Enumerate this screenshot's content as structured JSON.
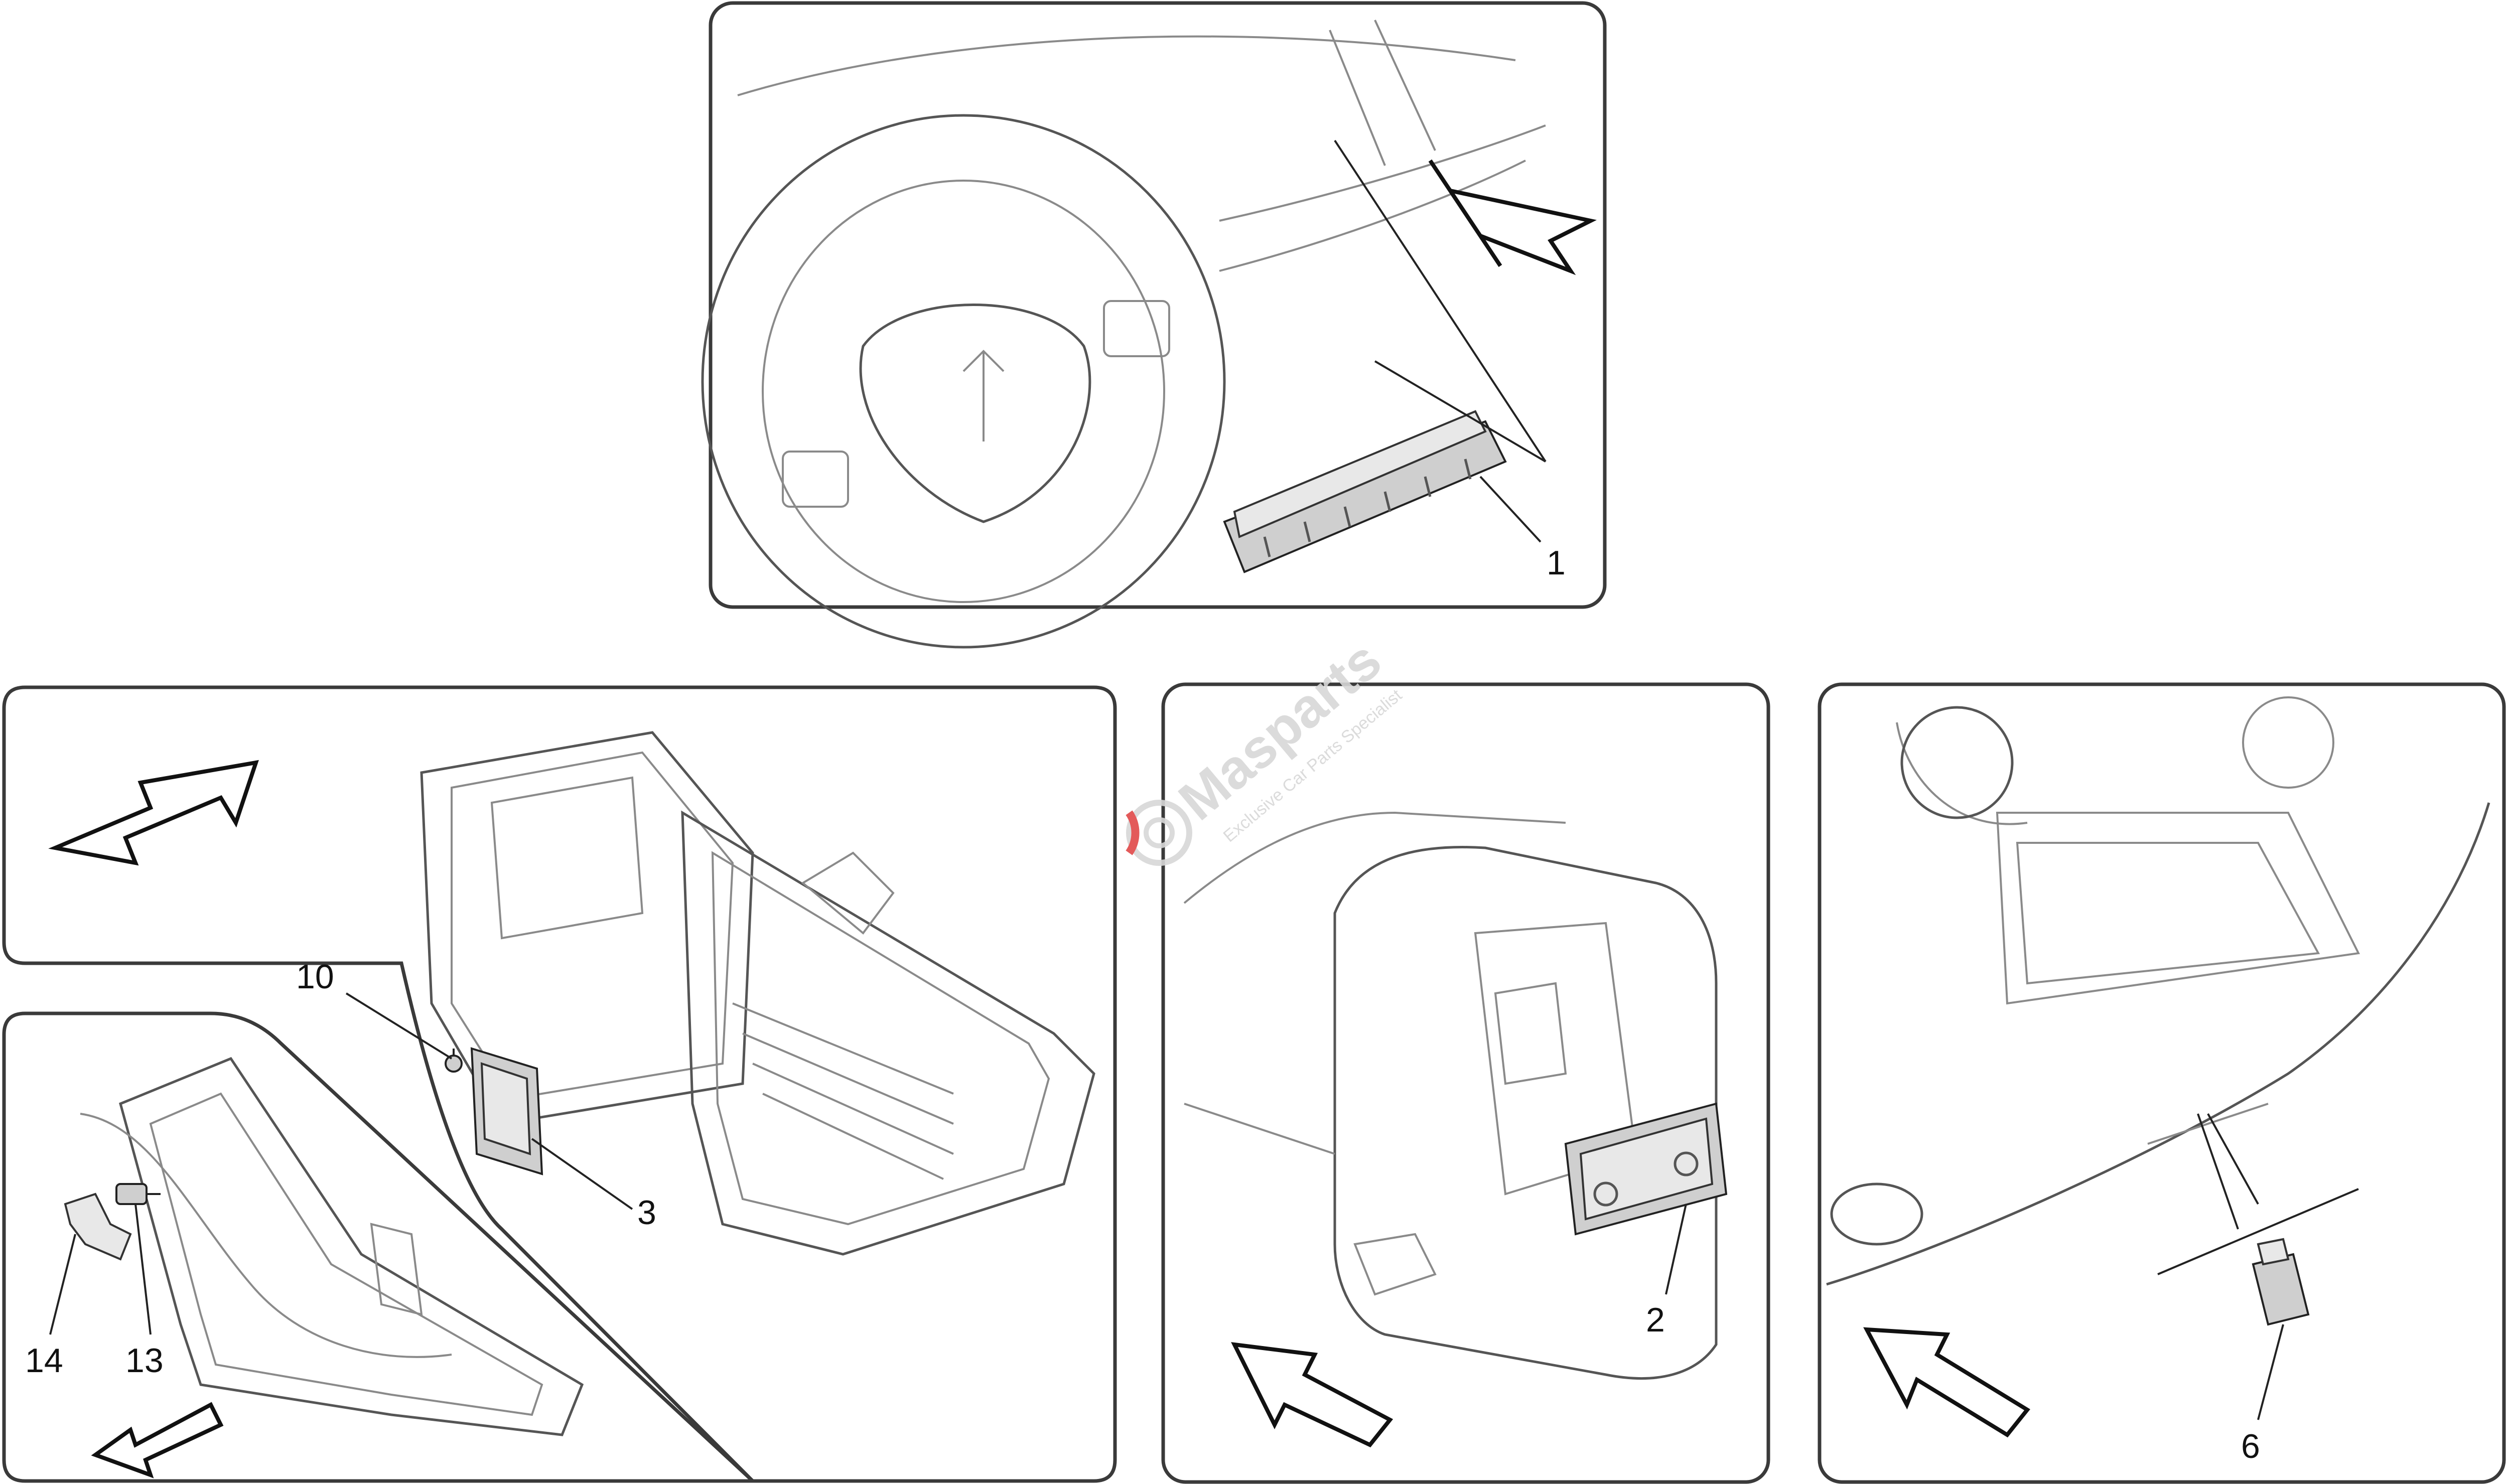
{
  "watermark": {
    "brand": "Masparts",
    "tagline": "Exclusive Car Parts Specialist",
    "accent_color": "#e04848",
    "text_color": "#d7d7d7"
  },
  "panels": [
    {
      "id": "steering-wheel-controls",
      "callouts": [
        "1"
      ]
    },
    {
      "id": "hvac-unit",
      "callouts": [
        "10",
        "3"
      ]
    },
    {
      "id": "floor-duct",
      "callouts": [
        "14",
        "13"
      ]
    },
    {
      "id": "rear-console-vent",
      "callouts": [
        "2"
      ]
    },
    {
      "id": "dashboard-underside",
      "callouts": [
        "6"
      ]
    }
  ],
  "callouts": {
    "c1": "1",
    "c2": "2",
    "c3": "3",
    "c6": "6",
    "c10": "10",
    "c13": "13",
    "c14": "14"
  },
  "icons": {
    "direction_arrow": "view-direction-arrow-icon",
    "watermark_logo": "masparts-gear-logo-icon"
  }
}
